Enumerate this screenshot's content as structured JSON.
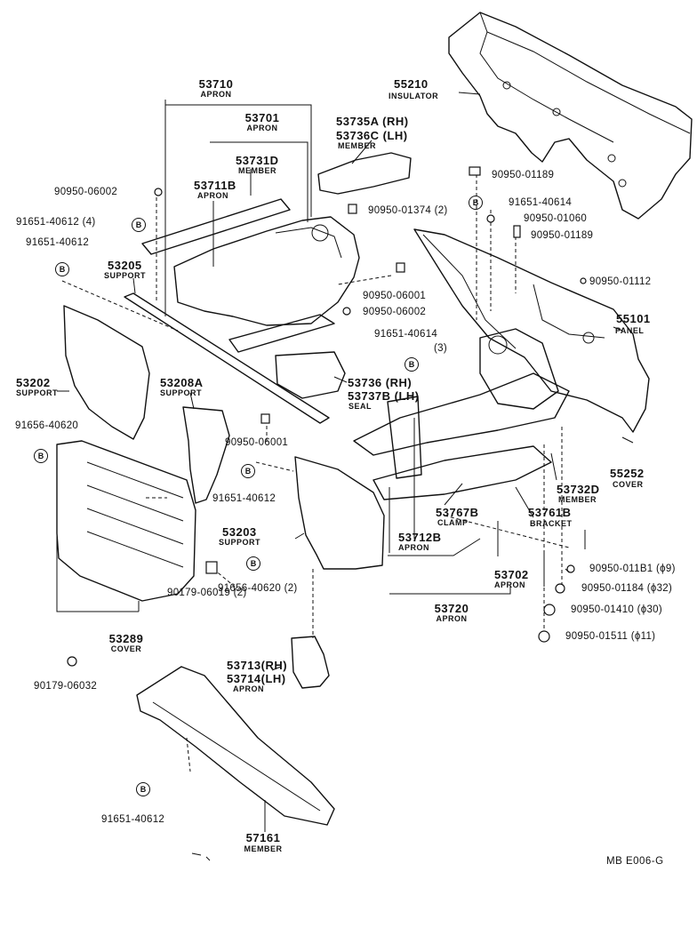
{
  "diagram": {
    "code": "MB  E006-G",
    "b_mark": "B",
    "parts": [
      {
        "id": "p55210",
        "number": "55210",
        "name": "INSULATOR"
      },
      {
        "id": "p53710",
        "number": "53710",
        "name": "APRON"
      },
      {
        "id": "p53701",
        "number": "53701",
        "name": "APRON"
      },
      {
        "id": "p53735",
        "number": "53735A (RH)",
        "number2": "53736C (LH)",
        "name": "MEMBER"
      },
      {
        "id": "p53731",
        "number": "53731D",
        "name": "MEMBER"
      },
      {
        "id": "p53711",
        "number": "53711B",
        "name": "APRON"
      },
      {
        "id": "p53205",
        "number": "53205",
        "name": "SUPPORT"
      },
      {
        "id": "p55101",
        "number": "55101",
        "name": "PANEL"
      },
      {
        "id": "p53202",
        "number": "53202",
        "name": "SUPPORT"
      },
      {
        "id": "p53208",
        "number": "53208A",
        "name": "SUPPORT"
      },
      {
        "id": "p53736",
        "number": "53736 (RH)",
        "number2": "53737B (LH)",
        "name": "SEAL"
      },
      {
        "id": "p55252",
        "number": "55252",
        "name": "COVER"
      },
      {
        "id": "p53732",
        "number": "53732D",
        "name": "MEMBER"
      },
      {
        "id": "p53767",
        "number": "53767B",
        "name": "CLAMP"
      },
      {
        "id": "p53761",
        "number": "53761B",
        "name": "BRACKET"
      },
      {
        "id": "p53203",
        "number": "53203",
        "name": "SUPPORT"
      },
      {
        "id": "p53712",
        "number": "53712B",
        "name": "APRON"
      },
      {
        "id": "p53702",
        "number": "53702",
        "name": "APRON"
      },
      {
        "id": "p53720",
        "number": "53720",
        "name": "APRON"
      },
      {
        "id": "p53289",
        "number": "53289",
        "name": "COVER"
      },
      {
        "id": "p53713",
        "number": "53713(RH)",
        "number2": "53714(LH)",
        "name": "APRON"
      },
      {
        "id": "p57161",
        "number": "57161",
        "name": "MEMBER"
      }
    ],
    "hardware": [
      {
        "id": "h1",
        "text": "90950-01189"
      },
      {
        "id": "h2",
        "text": "91651-40614"
      },
      {
        "id": "h3",
        "text": "90950-01060"
      },
      {
        "id": "h4",
        "text": "90950-01189"
      },
      {
        "id": "h5",
        "text": "90950-01112"
      },
      {
        "id": "h6",
        "text": "90950-06002"
      },
      {
        "id": "h7",
        "text": "91651-40612 (4)"
      },
      {
        "id": "h8",
        "text": "91651-40612"
      },
      {
        "id": "h9",
        "text": "90950-01374 (2)"
      },
      {
        "id": "h10",
        "text": "90950-06001"
      },
      {
        "id": "h11",
        "text": "90950-06002"
      },
      {
        "id": "h12",
        "text": "91651-40614"
      },
      {
        "id": "h12b",
        "text": "(3)"
      },
      {
        "id": "h13",
        "text": "91656-40620"
      },
      {
        "id": "h14",
        "text": "90950-06001"
      },
      {
        "id": "h15",
        "text": "91651-40612"
      },
      {
        "id": "h16",
        "text": "91656-40620 (2)"
      },
      {
        "id": "h17",
        "text": "90179-06019 (2)"
      },
      {
        "id": "h18",
        "text": "90179-06032"
      },
      {
        "id": "h19",
        "text": "90950-011B1 (ϕ9)"
      },
      {
        "id": "h20",
        "text": "90950-01184 (ϕ32)"
      },
      {
        "id": "h21",
        "text": "90950-01410 (ϕ30)"
      },
      {
        "id": "h22",
        "text": "90950-01511 (ϕ11)"
      },
      {
        "id": "h23",
        "text": "91651-40612"
      }
    ]
  }
}
